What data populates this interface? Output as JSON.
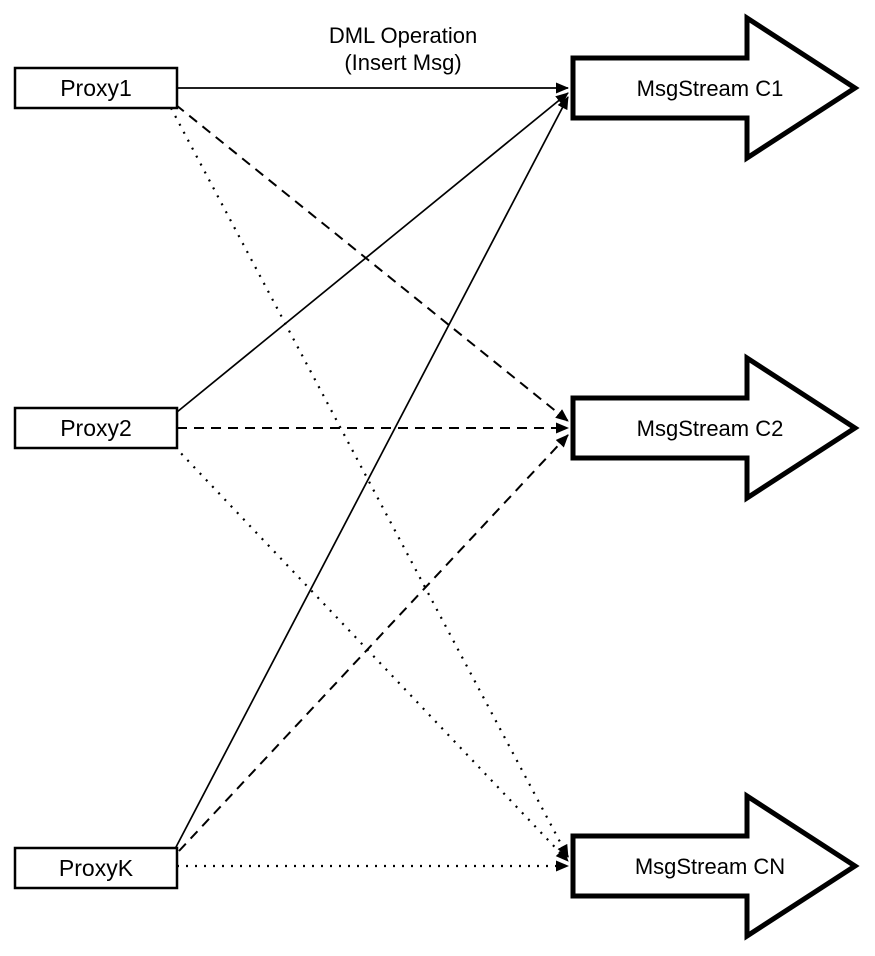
{
  "diagram": {
    "caption": {
      "line1": "DML Operation",
      "line2": "(Insert Msg)"
    },
    "proxies": [
      {
        "label": "Proxy1"
      },
      {
        "label": "Proxy2"
      },
      {
        "label": "ProxyK"
      }
    ],
    "streams": [
      {
        "label": "MsgStream C1"
      },
      {
        "label": "MsgStream C2"
      },
      {
        "label": "MsgStream CN"
      }
    ],
    "edges": [
      {
        "from": "Proxy1",
        "to": "MsgStream C1",
        "style": "solid"
      },
      {
        "from": "Proxy2",
        "to": "MsgStream C1",
        "style": "solid"
      },
      {
        "from": "ProxyK",
        "to": "MsgStream C1",
        "style": "solid"
      },
      {
        "from": "Proxy1",
        "to": "MsgStream C2",
        "style": "dashed"
      },
      {
        "from": "Proxy2",
        "to": "MsgStream C2",
        "style": "dashed"
      },
      {
        "from": "ProxyK",
        "to": "MsgStream C2",
        "style": "dashed"
      },
      {
        "from": "Proxy1",
        "to": "MsgStream CN",
        "style": "dotted"
      },
      {
        "from": "Proxy2",
        "to": "MsgStream CN",
        "style": "dotted"
      },
      {
        "from": "ProxyK",
        "to": "MsgStream CN",
        "style": "dotted"
      }
    ],
    "colors": {
      "stroke": "#000000",
      "fill": "#ffffff"
    }
  }
}
